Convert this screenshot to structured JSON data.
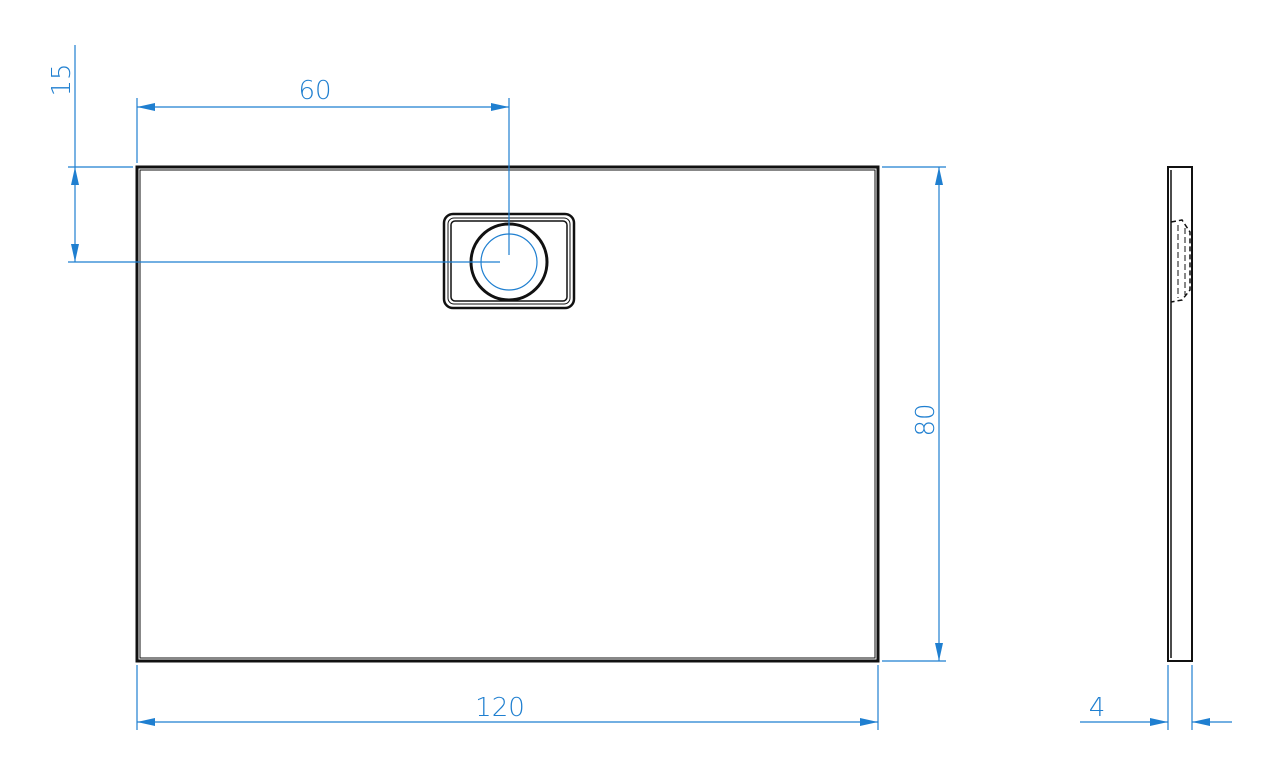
{
  "dimensions": {
    "drain_offset_top": "15",
    "drain_offset_left": "60",
    "height": "80",
    "width": "120",
    "thickness": "4"
  },
  "colors": {
    "dimension": "#1f7fd0",
    "outline": "#111111"
  }
}
